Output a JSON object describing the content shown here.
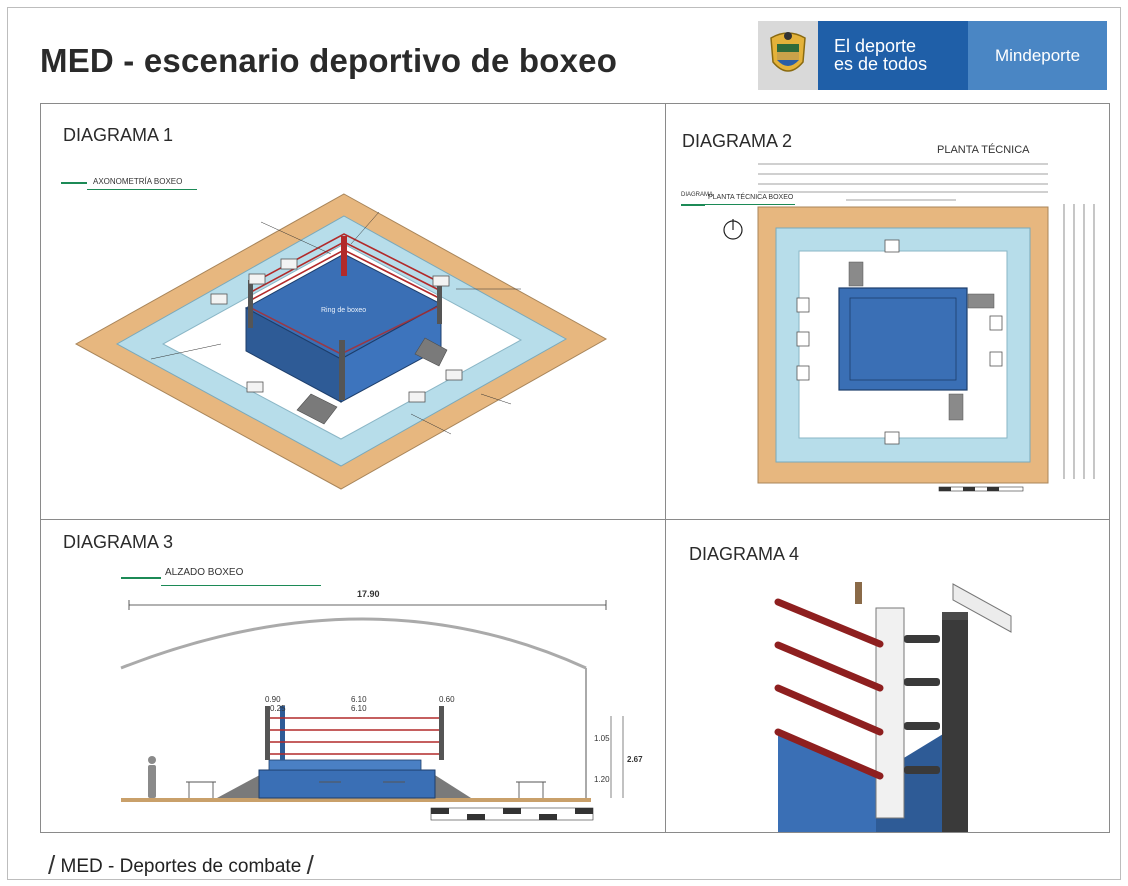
{
  "header": {
    "title": "MED - escenario deportivo de boxeo",
    "logo": {
      "slogan_line1": "El deporte",
      "slogan_line2": "es de todos",
      "brand": "Mindeporte",
      "seal_icon": "coat-of-arms-icon"
    }
  },
  "diagrams": [
    {
      "label": "DIAGRAMA 1",
      "sublabel": "AXONOMETRÍA BOXEO",
      "ring_label": "Ring de boxeo"
    },
    {
      "label": "DIAGRAMA 2",
      "sublabel": "PLANTA TÉCNICA BOXEO",
      "plan_title": "PLANTA TÉCNICA",
      "side_label": "DIAGRAMA"
    },
    {
      "label": "DIAGRAMA 3",
      "sublabel": "ALZADO BOXEO",
      "dimensions": {
        "total_span": "17.90",
        "left_margin": "0.90",
        "ring_width": "6.10",
        "right_margin": "0.60",
        "inner_margin": "0.25",
        "inner_width": "6.10",
        "rope_height": "1.05",
        "platform_height": "1.20",
        "total_height": "2.67"
      }
    },
    {
      "label": "DIAGRAMA 4"
    }
  ],
  "footer": {
    "text": "MED - Deportes de combate"
  },
  "colors": {
    "mat_blue": "#3a6fb5",
    "apron_light_blue": "#b7ddea",
    "outer_frame_tan": "#e7b77f",
    "rope_red": "#b22a2a",
    "accent_green": "#1c8a56",
    "brand_blue": "#1f5fa8"
  }
}
